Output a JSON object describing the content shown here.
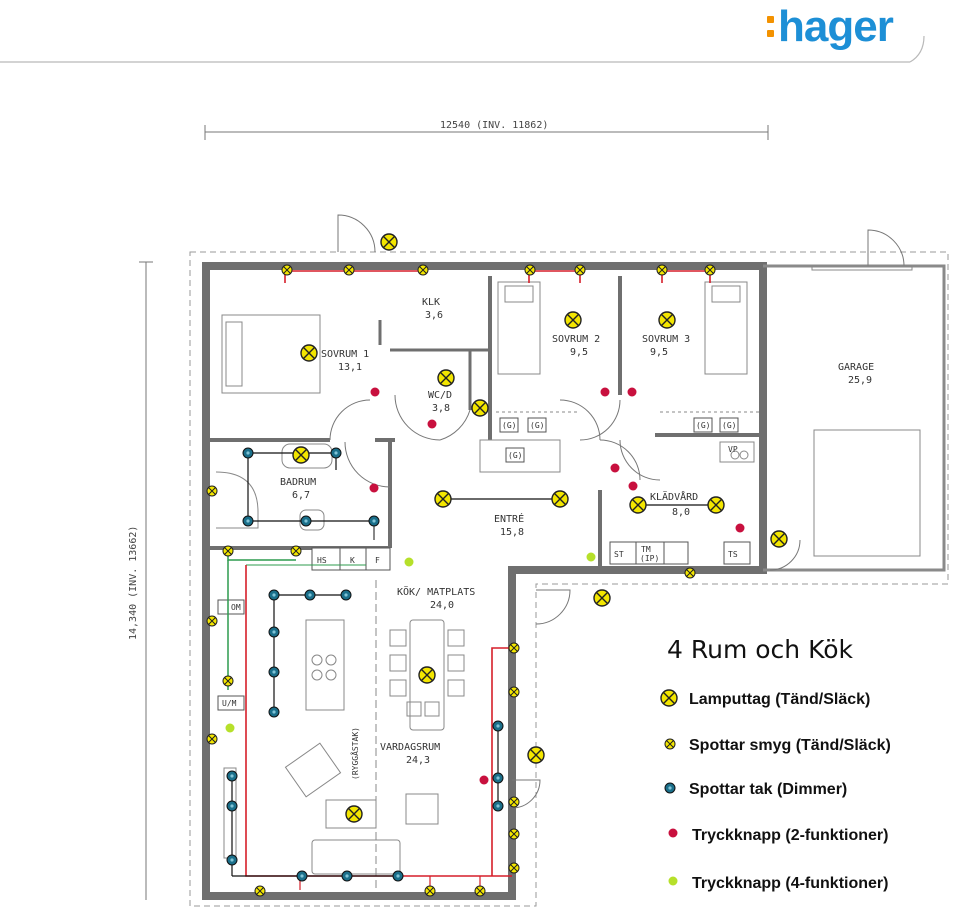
{
  "brand": {
    "logo_text": "hager",
    "accent": "#1d8fd6",
    "dot_color": "#f39200"
  },
  "dimensions": {
    "width_label": "12540 (INV. 11862)",
    "height_label": "14,340 (INV. 13662)"
  },
  "rooms": [
    {
      "name": "SOVRUM 1",
      "area": "13,1"
    },
    {
      "name": "KLK",
      "area": "3,6"
    },
    {
      "name": "SOVRUM 2",
      "area": "9,5"
    },
    {
      "name": "SOVRUM 3",
      "area": "9,5"
    },
    {
      "name": "GARAGE",
      "area": "25,9"
    },
    {
      "name": "WC/D",
      "area": "3,8"
    },
    {
      "name": "BADRUM",
      "area": "6,7"
    },
    {
      "name": "ENTRÉ",
      "area": "15,8"
    },
    {
      "name": "KLÄDVÅRD",
      "area": "8,0"
    },
    {
      "name": "KÖK/ MATPLATS",
      "area": "24,0"
    },
    {
      "name": "VARDAGSRUM",
      "area": "24,3"
    }
  ],
  "fixture_labels": {
    "g": "(G)",
    "vp": "VP",
    "hs": "HS",
    "k": "K",
    "f": "F",
    "st": "ST",
    "tm": "TM",
    "tm_ip": "(IP)",
    "ts": "TS",
    "om": "OM",
    "um": "U/M",
    "ryggstak": "(RYGGÅSTAK)"
  },
  "legend": {
    "title": "4 Rum och Kök",
    "items": [
      {
        "symbol": "lamp-outlet",
        "label": "Lamputtag (Tänd/Släck)"
      },
      {
        "symbol": "spot-baseboard",
        "label": "Spottar smyg (Tänd/Släck)"
      },
      {
        "symbol": "spot-ceiling",
        "label": "Spottar tak (Dimmer)"
      },
      {
        "symbol": "push-button-2",
        "label": "Tryckknapp (2-funktioner)"
      },
      {
        "symbol": "push-button-4",
        "label": "Tryckknapp (4-funktioner)"
      }
    ]
  },
  "colors": {
    "lamp_fill": "#f3e600",
    "spot_ceiling": "#1a6f8a",
    "push_button_2": "#c8103e",
    "push_button_4": "#b6e02a",
    "wire_red": "#d61f2a",
    "wire_green": "#2d9b4e",
    "wall": "#6f6f6f"
  }
}
